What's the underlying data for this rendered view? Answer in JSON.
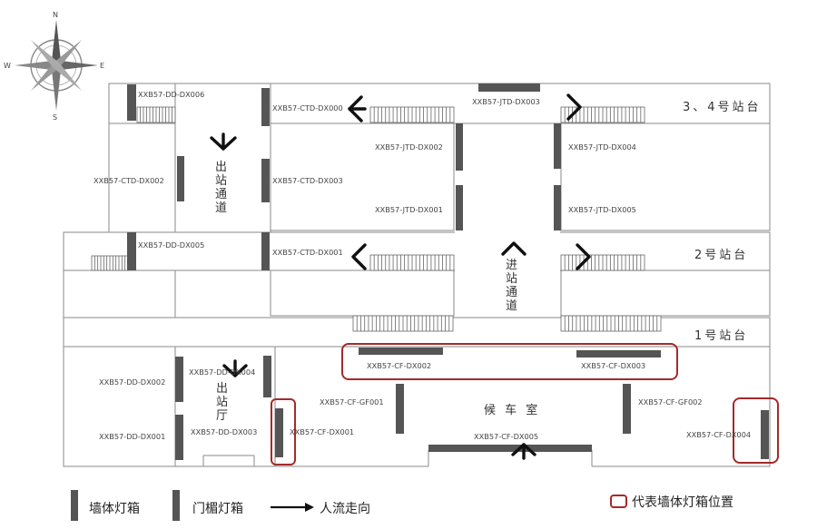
{
  "compass": {
    "n": "N",
    "s": "S",
    "e": "E",
    "w": "W"
  },
  "platforms": {
    "p34": "3、4号站台",
    "p2": "2号站台",
    "p1": "1号站台"
  },
  "areas": {
    "exit_passage": [
      "出",
      "站",
      "通",
      "道"
    ],
    "entry_passage": [
      "进",
      "站",
      "通",
      "道"
    ],
    "exit_hall": [
      "出",
      "站",
      "厅"
    ],
    "waiting_room": "候 车 室"
  },
  "light_boxes": {
    "dd006": "XXB57-DD-DX006",
    "ctd000": "XXB57-CTD-DX000",
    "jtd003": "XXB57-JTD-DX003",
    "ctd002": "XXB57-CTD-DX002",
    "jtd002": "XXB57-JTD-DX002",
    "jtd004": "XXB57-JTD-DX004",
    "ctd003": "XXB57-CTD-DX003",
    "jtd001": "XXB57-JTD-DX001",
    "jtd005": "XXB57-JTD-DX005",
    "dd005": "XXB57-DD-DX005",
    "ctd001": "XXB57-CTD-DX001",
    "dd004": "XXB57-DD-DX004",
    "cf002": "XXB57-CF-DX002",
    "cf003": "XXB57-CF-DX003",
    "dd002": "XXB57-DD-DX002",
    "gf001": "XXB57-CF-GF001",
    "gf002": "XXB57-CF-GF002",
    "dd003": "XXB57-DD-DX003",
    "cf001": "XXB57-CF-DX001",
    "cf004": "XXB57-CF-DX004",
    "dd001": "XXB57-DD-DX001",
    "cf005": "XXB57-CF-DX005"
  },
  "legend": {
    "wall_box": "墙体灯箱",
    "door_box": "门楣灯箱",
    "flow": "人流走向",
    "highlight": "代表墙体灯箱位置"
  },
  "colors": {
    "box": "#555555",
    "highlight": "#a52a2a",
    "wall": "#8a8a8a"
  }
}
